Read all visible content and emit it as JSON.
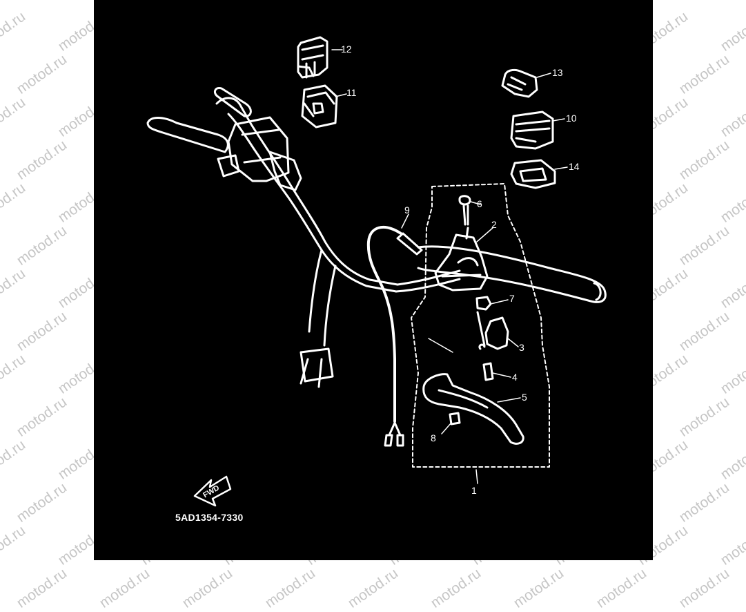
{
  "watermark": {
    "text": "motod.ru",
    "color": "#c6c6c6"
  },
  "panel": {
    "background": "#000000",
    "line_color": "#ffffff"
  },
  "callouts": [
    {
      "id": "1",
      "label": "1"
    },
    {
      "id": "2",
      "label": "2"
    },
    {
      "id": "3",
      "label": "3"
    },
    {
      "id": "4",
      "label": "4"
    },
    {
      "id": "5",
      "label": "5"
    },
    {
      "id": "6",
      "label": "6"
    },
    {
      "id": "7",
      "label": "7"
    },
    {
      "id": "8",
      "label": "8"
    },
    {
      "id": "9",
      "label": "9"
    },
    {
      "id": "10",
      "label": "10"
    },
    {
      "id": "11",
      "label": "11"
    },
    {
      "id": "12",
      "label": "12"
    },
    {
      "id": "13",
      "label": "13"
    },
    {
      "id": "14",
      "label": "14"
    }
  ],
  "fwd_badge": {
    "text": "FWD"
  },
  "part_code": "5AD1354-7330"
}
